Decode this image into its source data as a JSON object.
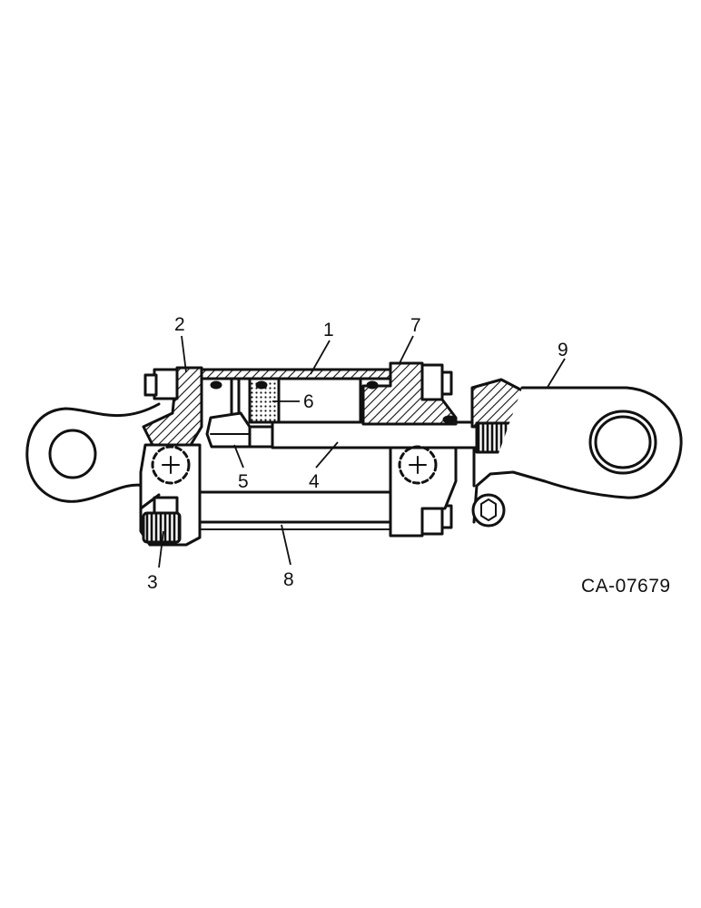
{
  "diagram": {
    "reference_code": "CA-07679",
    "callouts": [
      "1",
      "2",
      "3",
      "4",
      "5",
      "6",
      "7",
      "8",
      "9"
    ]
  },
  "colors": {
    "ink": "#111111",
    "paper": "#ffffff"
  }
}
